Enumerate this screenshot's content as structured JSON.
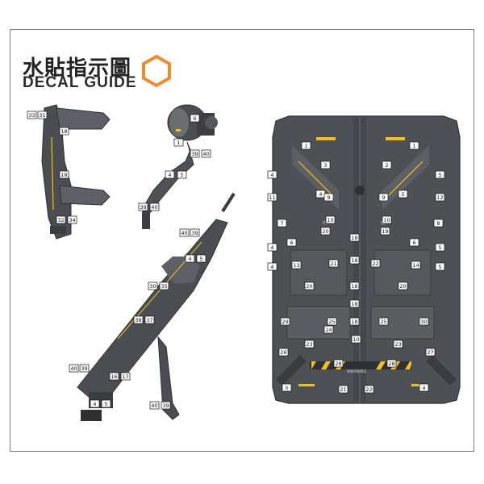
{
  "header": {
    "title_cn": "水貼指示圖",
    "title_en": "DECAL GUIDE",
    "accent_color": "#f28a2e"
  },
  "colors": {
    "part_dark": "#4a4d52",
    "part_mid": "#5d6066",
    "part_light": "#8a8d92",
    "decal_yellow": "#f2c21b"
  },
  "panel_texts": {
    "jp1": "内",
    "jp2": "機",
    "warning": "WARNING"
  },
  "part_a_labels": [
    "33",
    "31",
    "18",
    "18",
    "32",
    "34"
  ],
  "part_b_labels": [
    "6",
    "1",
    "39",
    "40",
    "4",
    "5",
    "39",
    "40"
  ],
  "part_c_labels": [
    "40",
    "39",
    "4",
    "5",
    "30",
    "35",
    "38",
    "37",
    "40",
    "39",
    "16",
    "17",
    "4",
    "5",
    "40",
    "39"
  ],
  "board_labels": [
    "1",
    "1",
    "3",
    "2",
    "4",
    "5",
    "4",
    "5",
    "9",
    "9",
    "11",
    "12",
    "7",
    "8",
    "20",
    "19",
    "18",
    "10",
    "10",
    "4",
    "5",
    "18",
    "18",
    "4",
    "5",
    "6",
    "6",
    "13",
    "14",
    "21",
    "22",
    "20",
    "20",
    "18",
    "18",
    "29",
    "25",
    "25",
    "30",
    "24",
    "23",
    "23",
    "27",
    "26",
    "28",
    "28",
    "10",
    "5",
    "21",
    "22",
    "4"
  ]
}
